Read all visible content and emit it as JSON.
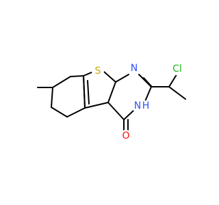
{
  "molecule": {
    "colors": {
      "background": "#ffffff",
      "bond": "#000000",
      "S": "#c8aa00",
      "N": "#3050f8",
      "O": "#ff0d0d",
      "Cl": "#1fb81f"
    },
    "atoms": {
      "S": "S",
      "N1": "N",
      "N2": "N",
      "H": "H",
      "O": "O",
      "Cl": "Cl"
    }
  }
}
